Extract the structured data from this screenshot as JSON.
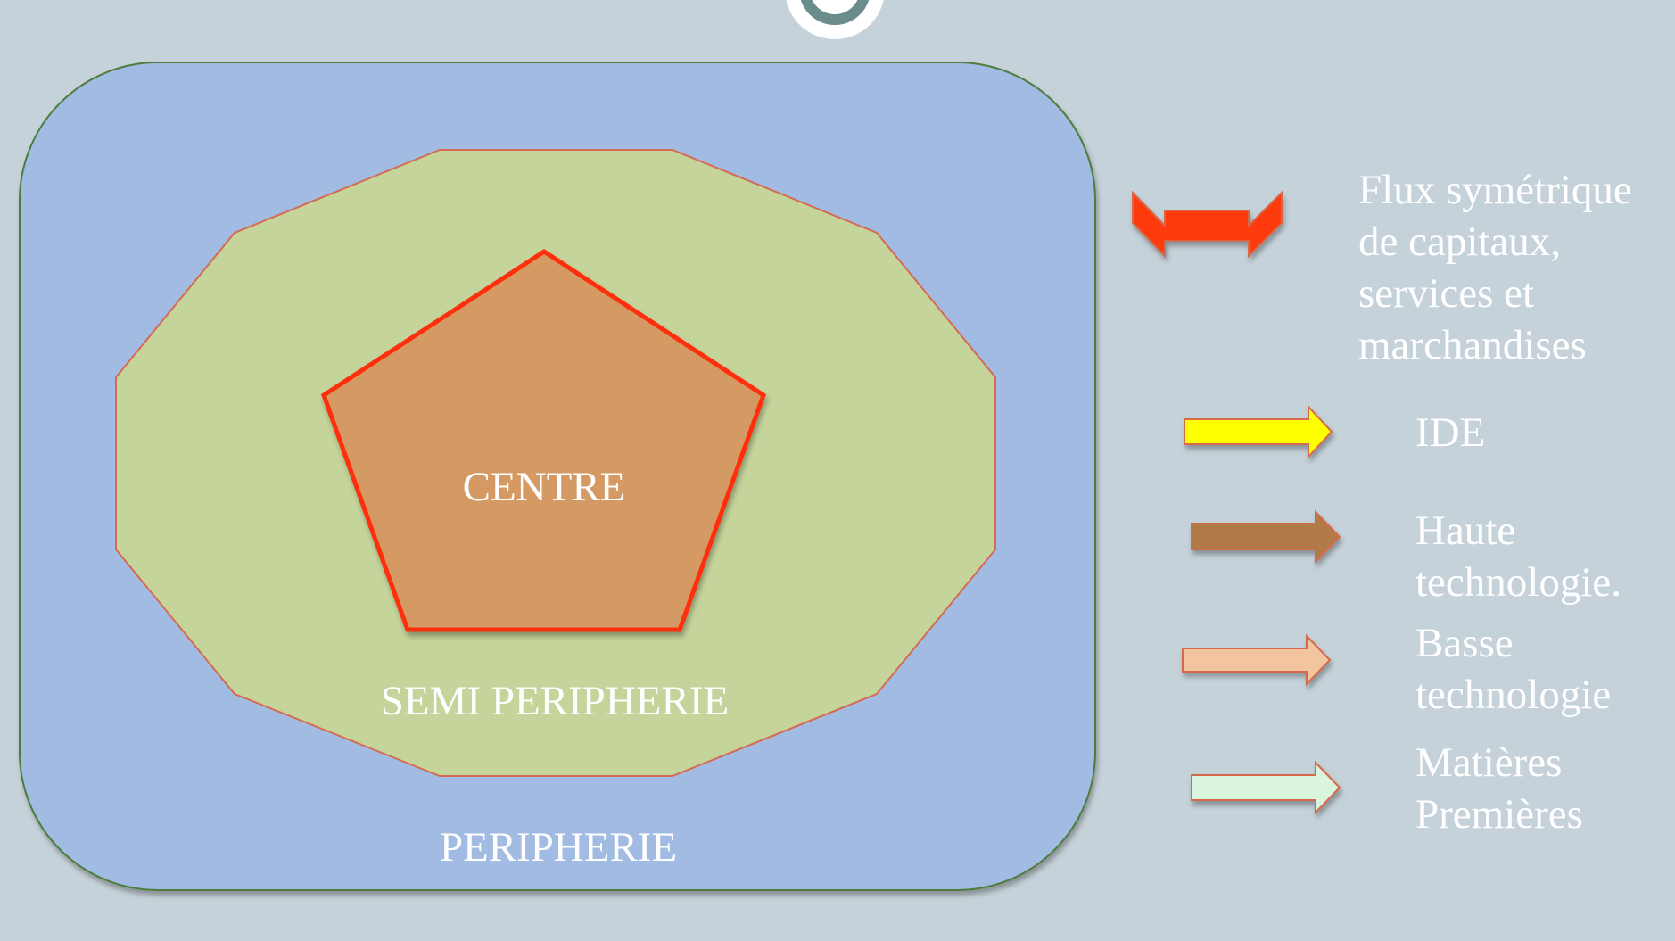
{
  "diagram": {
    "zones": {
      "center": {
        "label": "CENTRE",
        "fill": "#d59963",
        "stroke": "#ff2d0a"
      },
      "semi_periphery": {
        "label": "SEMI PERIPHERIE",
        "fill": "#c4d49a",
        "stroke": "#d56b52"
      },
      "periphery": {
        "label": "PERIPHERIE",
        "fill": "#a1bbe2",
        "stroke": "#4e7b3d"
      }
    },
    "legend": [
      {
        "arrow": "double-headed-arrow-icon",
        "color": "#ff3a10",
        "label": "Flux symétrique\nde capitaux,\nservices et\nmarchandises"
      },
      {
        "arrow": "right-arrow-icon",
        "color": "#ffff00",
        "label": "IDE"
      },
      {
        "arrow": "right-arrow-icon",
        "color": "#b27a4a",
        "label": "Haute\n technologie."
      },
      {
        "arrow": "right-arrow-icon",
        "color": "#f3c4a0",
        "label": "Basse\ntechnologie"
      },
      {
        "arrow": "right-arrow-icon",
        "color": "#d9f5dd",
        "label": "Matières\nPremières"
      }
    ],
    "page_background": "#c6d2d9",
    "arrow_outline": "#d6694a"
  }
}
